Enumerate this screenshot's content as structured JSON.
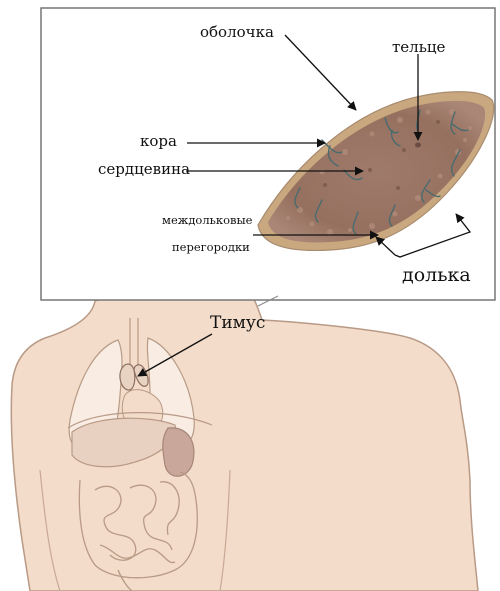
{
  "diagram": {
    "labels": {
      "capsule": "оболочка",
      "corpuscles": "тельце",
      "cortex": "кора",
      "medulla": "сердцевина",
      "septa_line1": "междольковые",
      "septa_line2": "перегородки",
      "lobule": "долька",
      "thymus": "Тимус"
    },
    "colors": {
      "skin": "#f3dcc9",
      "skin_outline": "#b89a86",
      "organ_fill": "#9a7566",
      "organ_outline": "#c9a880",
      "organ_highlight": "#b28d7c",
      "vessel": "#4a6b6e",
      "lung": "#f8ece3",
      "liver": "#e9d1c1",
      "stomach": "#c9a79b",
      "inset_border": "#777777"
    }
  }
}
